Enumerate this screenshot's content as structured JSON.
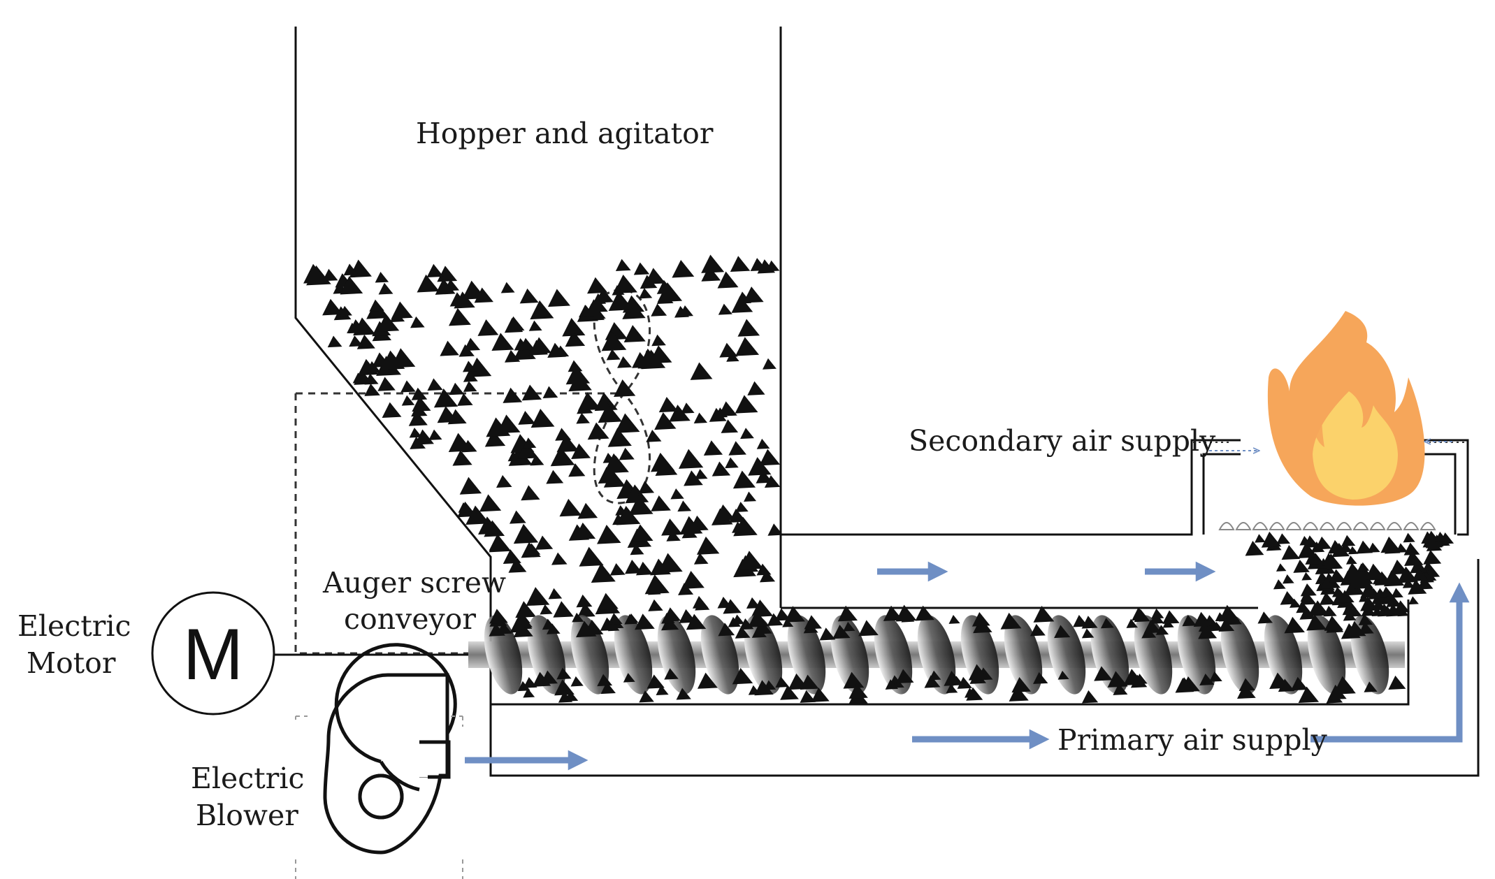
{
  "labels": {
    "hopper": "Hopper and agitator",
    "auger_line1": "Auger screw",
    "auger_line2": "conveyor",
    "motor_line1": "Electric",
    "motor_line2": "Motor",
    "motor_symbol": "M",
    "blower_line1": "Electric",
    "blower_line2": "Blower",
    "secondary_air": "Secondary air supply",
    "primary_air": "Primary air supply"
  },
  "colors": {
    "line": "#111111",
    "air_arrow": "#6f8fc4",
    "pellet": "#111111",
    "flame_outer": "#f6a65a",
    "flame_inner": "#fbd26b",
    "shaft": "#9a9a9a"
  },
  "icons": {
    "motor": "motor-circle-icon",
    "blower": "blower-icon",
    "flame": "flame-icon",
    "agitator": "agitator-icon",
    "auger": "auger-screw-icon"
  }
}
